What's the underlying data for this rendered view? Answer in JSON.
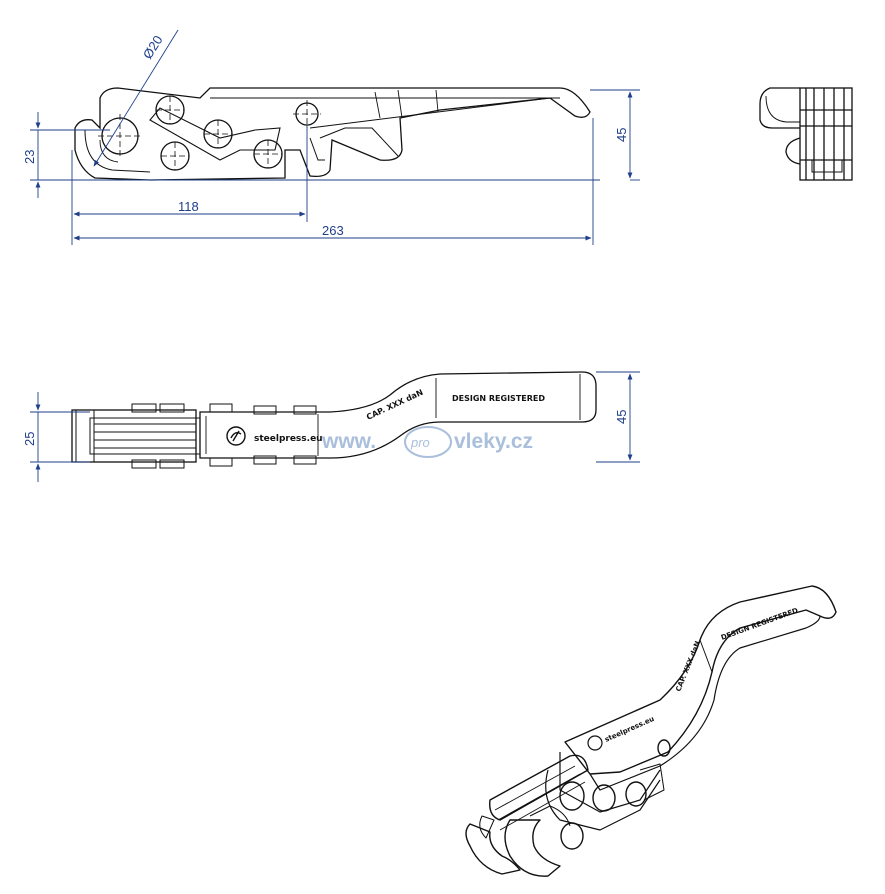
{
  "dimensions": {
    "diameter": "Ø20",
    "height_left_top": "23",
    "height_right_top": "45",
    "length_inner": "118",
    "length_total": "263",
    "width_left_side": "25",
    "width_right_side": "45"
  },
  "embossed": {
    "brand": "steelpress.eu",
    "capacity": "CAP. XXX daN",
    "design": "DESIGN REGISTERED"
  },
  "watermark": {
    "prefix": "www.",
    "pro": "pro",
    "suffix": "vleky.cz"
  },
  "colors": {
    "dimension_lines": "#1f3f8a",
    "watermark": "#a9bfdc"
  }
}
